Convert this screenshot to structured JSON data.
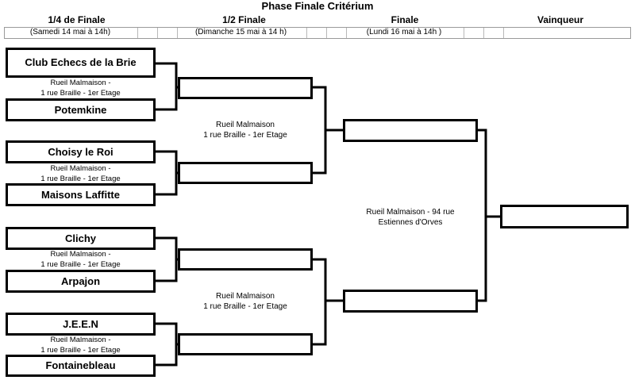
{
  "title": "Phase Finale Critérium",
  "rounds": [
    {
      "label": "1/4 de Finale",
      "date": "(Samedi 14 mai à 14h)"
    },
    {
      "label": "1/2  Finale",
      "date": "(Dimanche 15 mai à 14 h)"
    },
    {
      "label": "Finale",
      "date": "(Lundi 16 mai à 14h )"
    },
    {
      "label": "Vainqueur",
      "date": ""
    }
  ],
  "quarter_finals": [
    {
      "team_a": "Club Echecs de la Brie",
      "team_b": "Potemkine",
      "venue_line1": "Rueil Malmaison -",
      "venue_line2": "1 rue Braille - 1er Etage"
    },
    {
      "team_a": "Choisy le Roi",
      "team_b": "Maisons Laffitte",
      "venue_line1": "Rueil Malmaison -",
      "venue_line2": "1 rue Braille - 1er Etage"
    },
    {
      "team_a": "Clichy",
      "team_b": "Arpajon",
      "venue_line1": "Rueil Malmaison -",
      "venue_line2": "1 rue Braille - 1er Etage"
    },
    {
      "team_a": "J.E.E.N",
      "team_b": "Fontainebleau",
      "venue_line1": "Rueil Malmaison -",
      "venue_line2": "1 rue Braille - 1er Etage"
    }
  ],
  "semi_finals": [
    {
      "venue_line1": "Rueil Malmaison",
      "venue_line2": "1 rue Braille - 1er Etage"
    },
    {
      "venue_line1": "Rueil Malmaison",
      "venue_line2": "1 rue Braille - 1er Etage"
    }
  ],
  "final": {
    "venue_line1": "Rueil Malmaison - 94 rue",
    "venue_line2": "Estiennes d'Orves"
  }
}
